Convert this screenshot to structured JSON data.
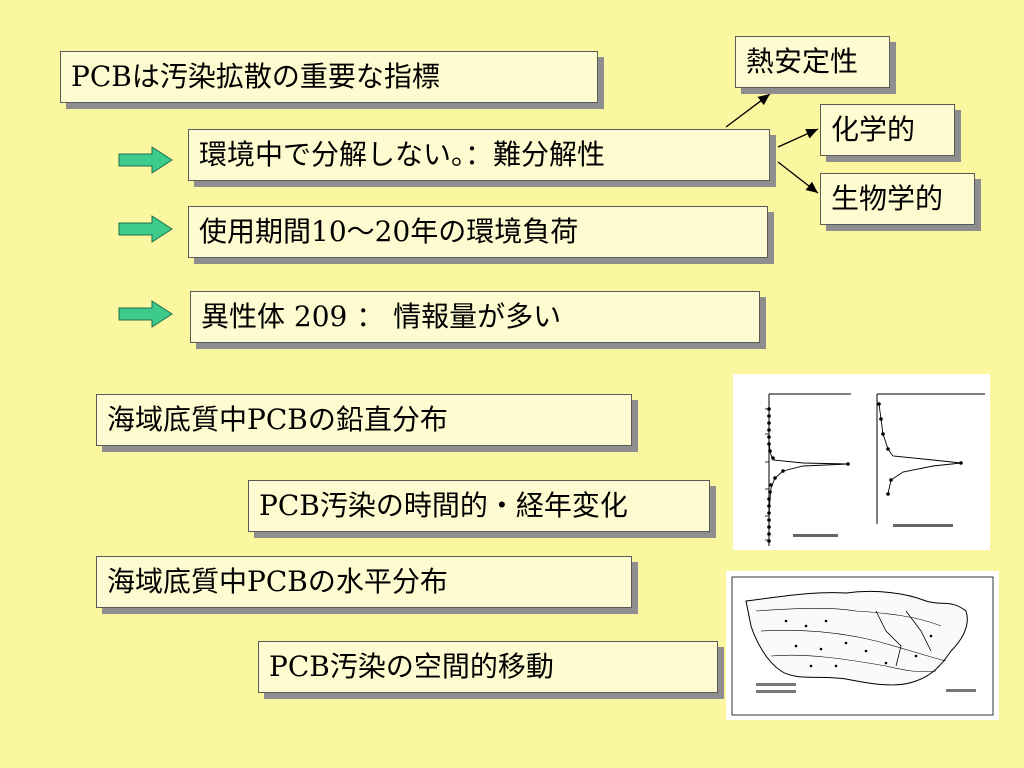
{
  "boxes": {
    "main_title": "PCBは汚染拡散の重要な指標",
    "nondegradable": "環境中で分解しない。：難分解性",
    "usage_load": "使用期間10～20年の環境負荷",
    "isomers": "異性体 209 ： 情報量が多い",
    "thermal": "熱安定性",
    "chemical": "化学的",
    "biological": "生物学的",
    "vertical_dist": "海域底質中PCBの鉛直分布",
    "temporal_change": "PCB汚染の時間的・経年変化",
    "horizontal_dist": "海域底質中PCBの水平分布",
    "spatial_movement": "PCB汚染の空間的移動"
  },
  "colors": {
    "background": "#FBF6A0",
    "box_fill": "#FDFBCF",
    "shadow": "#8e8e8e",
    "arrow_fill": "#3CCB8A"
  },
  "icons": [
    "right-arrow-icon",
    "graph-thumbnail",
    "map-thumbnail"
  ]
}
